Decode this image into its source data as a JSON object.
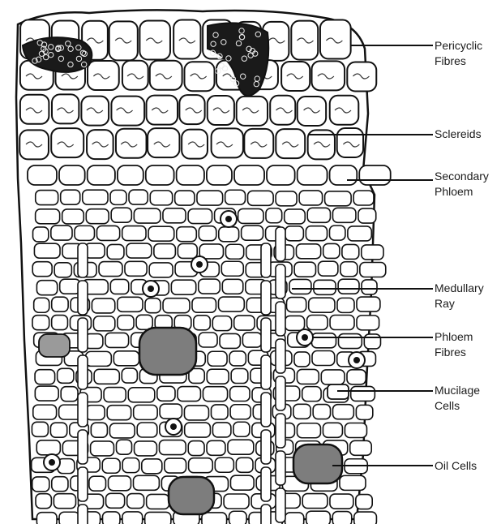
{
  "diagram": {
    "labels": [
      {
        "id": "pericyclic-fibres",
        "lines": [
          "Pericyclic",
          "Fibres"
        ]
      },
      {
        "id": "sclereids",
        "lines": [
          "Sclereids"
        ]
      },
      {
        "id": "secondary-phloem",
        "lines": [
          "Secondary",
          "Phloem"
        ]
      },
      {
        "id": "medullary-ray",
        "lines": [
          "Medullary",
          "Ray"
        ]
      },
      {
        "id": "phloem-fibres",
        "lines": [
          "Phloem",
          "Fibres"
        ]
      },
      {
        "id": "mucilage-cells",
        "lines": [
          "Mucilage",
          "Cells"
        ]
      },
      {
        "id": "oil-cells",
        "lines": [
          "Oil Cells"
        ]
      }
    ]
  }
}
